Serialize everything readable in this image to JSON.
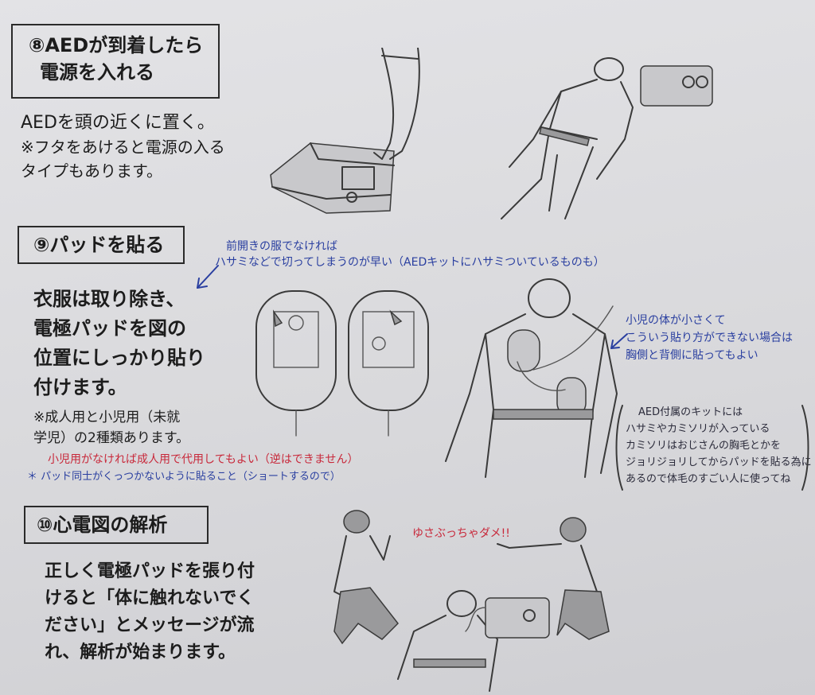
{
  "step8": {
    "title_line1": "⑧AEDが到着したら",
    "title_line2": "電源を入れる",
    "body": [
      "AEDを頭の近くに置く。",
      "※フタをあけると電源の入る",
      "タイプもあります。"
    ]
  },
  "step9": {
    "title": "⑨パッドを貼る",
    "body": [
      "衣服は取り除き、",
      "電極パッドを図の",
      "位置にしっかり貼り",
      "付けます。"
    ],
    "note": [
      "※成人用と小児用（未就",
      "学児）の2種類あります。"
    ],
    "hand_top": [
      "前開きの服でなければ",
      "ハサミなどで切ってしまうのが早い（AEDキットにハサミついているものも）"
    ],
    "hand_child": [
      "小児の体が小さくて",
      "こういう貼り方ができない場合は",
      "胸側と背側に貼ってもよい"
    ],
    "hand_kit": [
      "AED付属のキットには",
      "ハサミやカミソリが入っている",
      "カミソリはおじさんの胸毛とかを",
      "ジョリジョリしてからパッドを貼る為に",
      "あるので体毛のすごい人に使ってね"
    ],
    "hand_red": "小児用がなければ成人用で代用してもよい（逆はできません）",
    "hand_blue_note": "＊ パッド同士がくっつかないように貼ること（ショートするので）"
  },
  "step10": {
    "title": "⑩心電図の解析",
    "body": [
      "正しく電極パッドを張り付",
      "けると「体に触れないでく",
      "ださい」とメッセージが流",
      "れ、解析が始まります。"
    ],
    "hand_red": "ゆさぶっちゃダメ!!"
  },
  "colors": {
    "ink_blue": "#2a3fa0",
    "ink_red": "#c8283a",
    "text": "#1c1c1c"
  }
}
